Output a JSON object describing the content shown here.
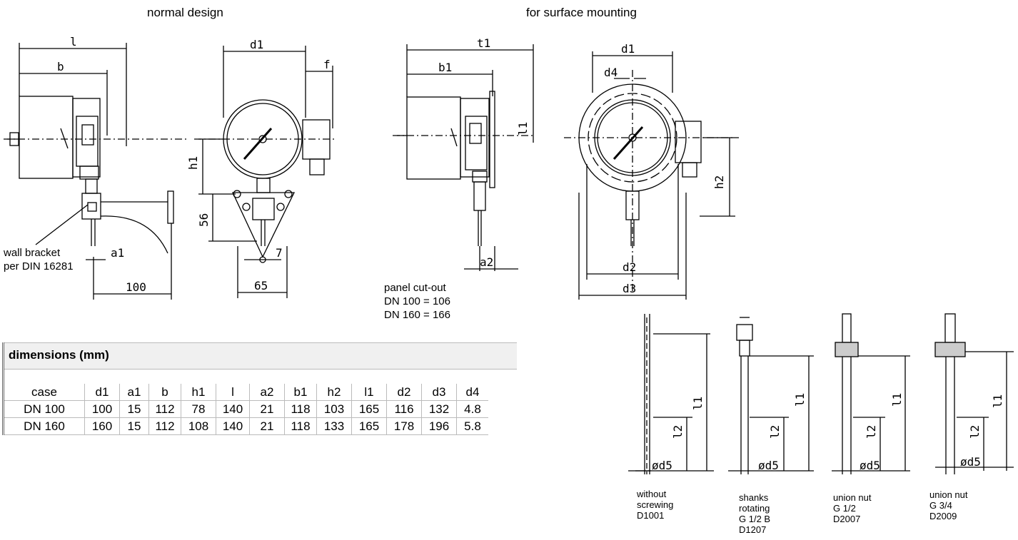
{
  "headings": {
    "normal_design": "normal design",
    "surface_mounting": "for surface mounting"
  },
  "notes": {
    "wall_bracket_line1": "wall bracket",
    "wall_bracket_line2": "per DIN 16281",
    "panel_cutout_line1": "panel cut-out",
    "panel_cutout_line2": "DN 100 = 106",
    "panel_cutout_line3": "DN 160 = 166"
  },
  "labels": {
    "l": "l",
    "b": "b",
    "d1": "d1",
    "f": "f",
    "h1": "h1",
    "a1": "a1",
    "dim_100": "100",
    "dim_56": "56",
    "dim_7": "7",
    "dim_65": "65",
    "t1": "t1",
    "b1": "b1",
    "l1": "l1",
    "a2": "a2",
    "d4": "d4",
    "h2": "h2",
    "d2": "d2",
    "d3": "d3",
    "l2": "l2",
    "od5": "ød5"
  },
  "table": {
    "title": "dimensions (mm)",
    "headers": [
      "case",
      "d1",
      "a1",
      "b",
      "h1",
      "l",
      "a2",
      "b1",
      "h2",
      "l1",
      "d2",
      "d3",
      "d4"
    ],
    "rows": [
      [
        "DN 100",
        "100",
        "15",
        "112",
        "78",
        "140",
        "21",
        "118",
        "103",
        "165",
        "116",
        "132",
        "4.8"
      ],
      [
        "DN 160",
        "160",
        "15",
        "112",
        "108",
        "140",
        "21",
        "118",
        "133",
        "165",
        "178",
        "196",
        "5.8"
      ]
    ]
  },
  "stems": [
    {
      "lines": [
        "without",
        "screwing",
        "D1001"
      ]
    },
    {
      "lines": [
        "shanks",
        "rotating",
        "G 1/2 B",
        "D1207"
      ]
    },
    {
      "lines": [
        "union nut",
        "G 1/2",
        "D2007"
      ]
    },
    {
      "lines": [
        "union nut",
        "G 3/4",
        "D2009"
      ]
    }
  ]
}
